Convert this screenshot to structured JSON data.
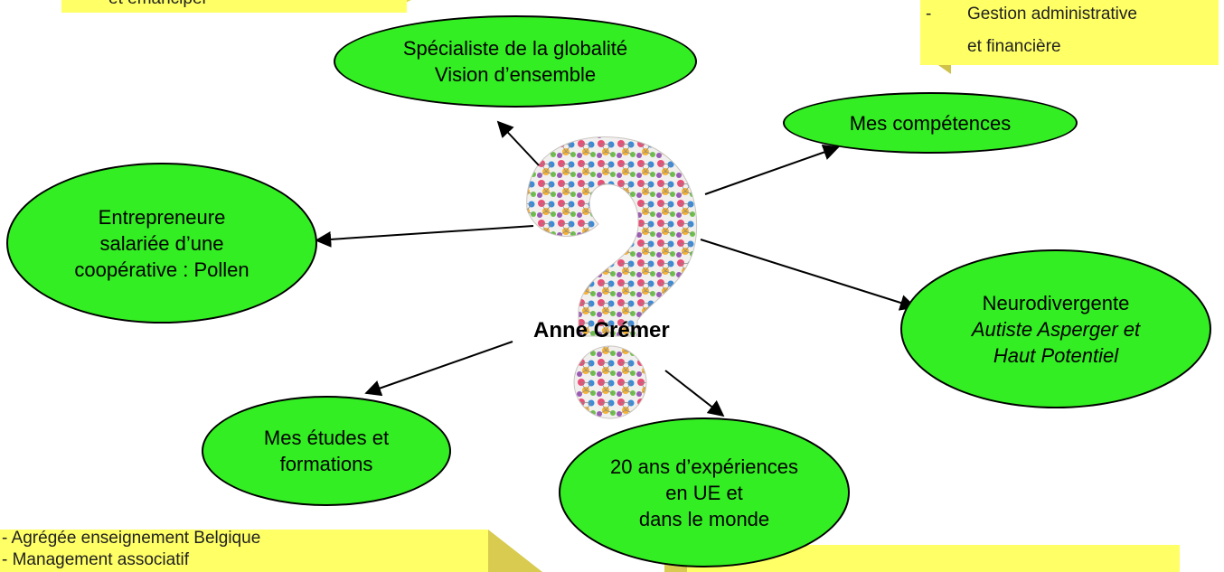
{
  "center_name": "Anne Crémer",
  "nodes": {
    "specialist": {
      "line1": "Spécialiste de la globalité",
      "line2": "Vision d’ensemble"
    },
    "competences": {
      "line1": "Mes compétences"
    },
    "entrepreneure": {
      "line1": "Entrepreneure",
      "line2": "salariée d’une",
      "line3": "coopérative : Pollen"
    },
    "neurodivergente": {
      "line1": "Neurodivergente",
      "line2": "Autiste Asperger et",
      "line3": "Haut Potentiel"
    },
    "etudes": {
      "line1": "Mes études et",
      "line2": "formations"
    },
    "experiences": {
      "line1": "20 ans d’expériences",
      "line2": "en UE et",
      "line3": "dans le monde"
    }
  },
  "notes": {
    "top_left": {
      "text": "et émanciper"
    },
    "top_right": {
      "bullet": "-",
      "line1": "Gestion administrative",
      "line2": "et financière"
    },
    "bottom_left": {
      "line1": "- Agrégée enseignement Belgique",
      "line2": "- Management associatif"
    },
    "bottom_right": {
      "text": ""
    }
  },
  "colors": {
    "node_fill": "#33ee22",
    "note_fill": "#ffff66",
    "question_mark": "multicolor-network"
  },
  "icons": [
    "question-mark-network-icon"
  ]
}
